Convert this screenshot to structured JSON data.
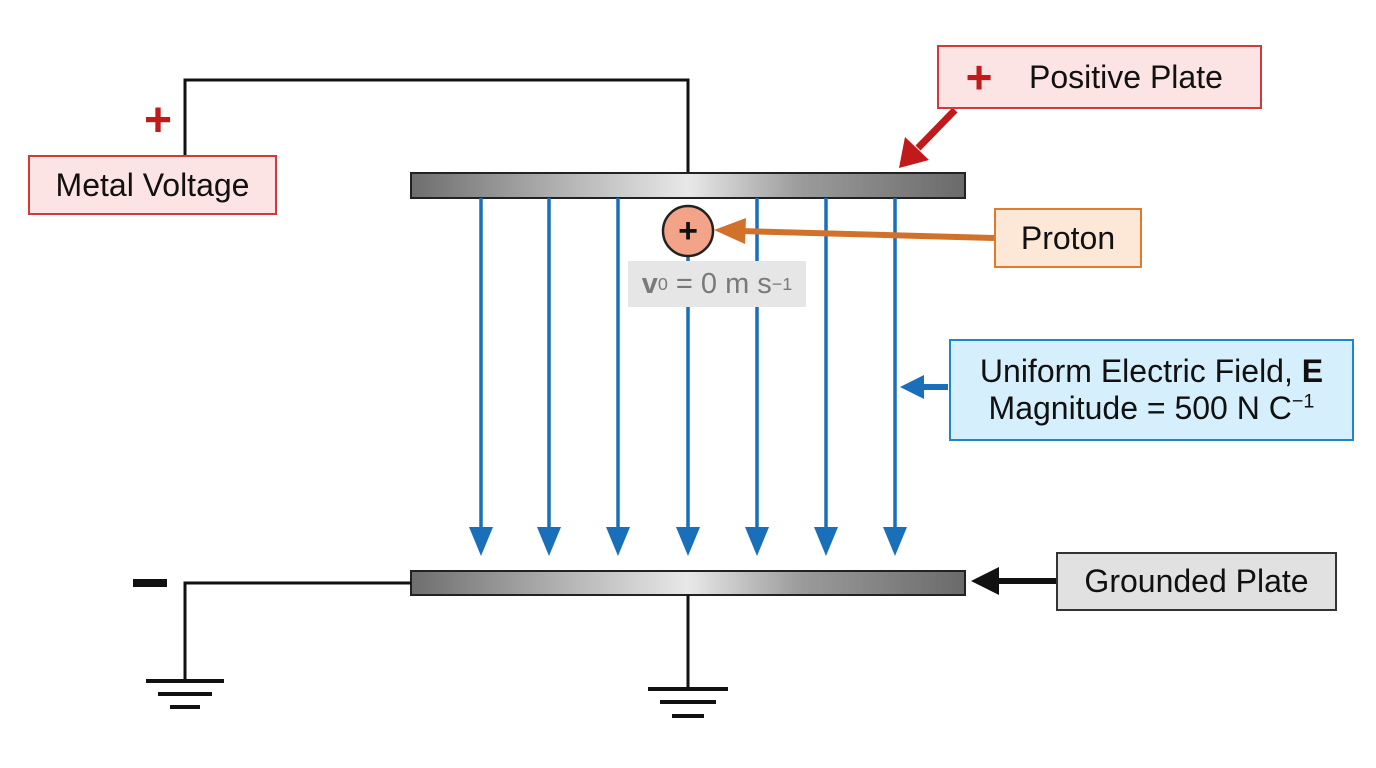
{
  "labels": {
    "metal_voltage": "Metal Voltage",
    "positive_plate": "Positive Plate",
    "proton": "Proton",
    "field_line1": "Uniform Electric Field,",
    "field_symbol": "E",
    "field_line2": "Magnitude = 500 N C",
    "field_unit_exp": "−1",
    "grounded_plate": "Grounded Plate"
  },
  "velocity": {
    "symbol": "v",
    "subscript": "0",
    "value_text": " = 0 m s",
    "exponent": "−1"
  },
  "signs": {
    "plus": "+",
    "minus": "−",
    "proton_charge": "+"
  },
  "colors": {
    "wire": "#111111",
    "field_lines": "#1a6fba",
    "positive_label": "#d23a3a",
    "proton_fill": "#f3a488",
    "proton_arrow": "#d2722a",
    "plate": "#8a8a8a"
  }
}
